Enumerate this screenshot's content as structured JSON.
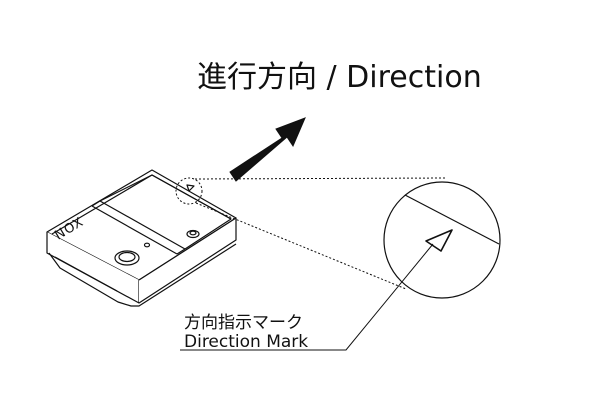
{
  "heading": "進行方向 / Direction",
  "device": {
    "brand": "NOX"
  },
  "callout": {
    "label_jp": "方向指示マーク",
    "label_en": "Direction Mark"
  },
  "colors": {
    "line": "#111111",
    "background": "#ffffff"
  },
  "icons": {
    "direction_arrow": "bold-arrow-up-right",
    "direction_mark": "triangle-mark"
  }
}
